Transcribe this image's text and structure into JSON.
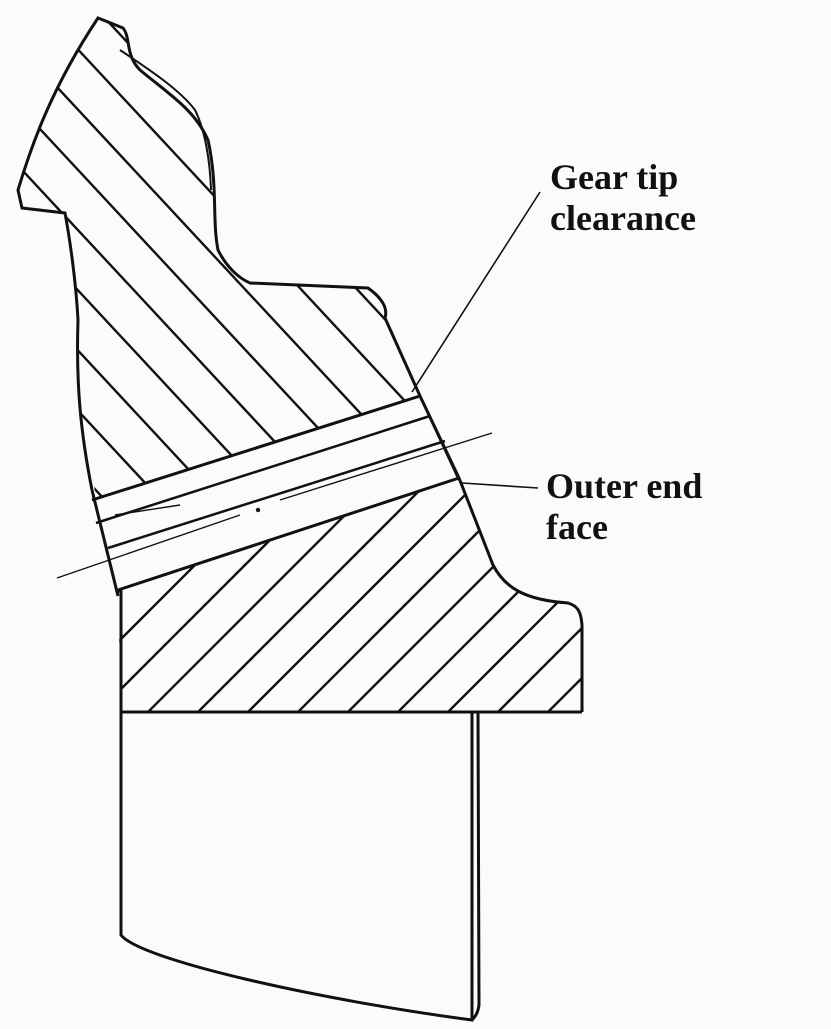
{
  "diagram": {
    "labels": {
      "gear_tip_clearance": [
        "Gear tip",
        "clearance"
      ],
      "outer_end_face": [
        "Outer end",
        "face"
      ]
    },
    "colors": {
      "line": "#111111",
      "background": "#fbfbfa"
    }
  }
}
